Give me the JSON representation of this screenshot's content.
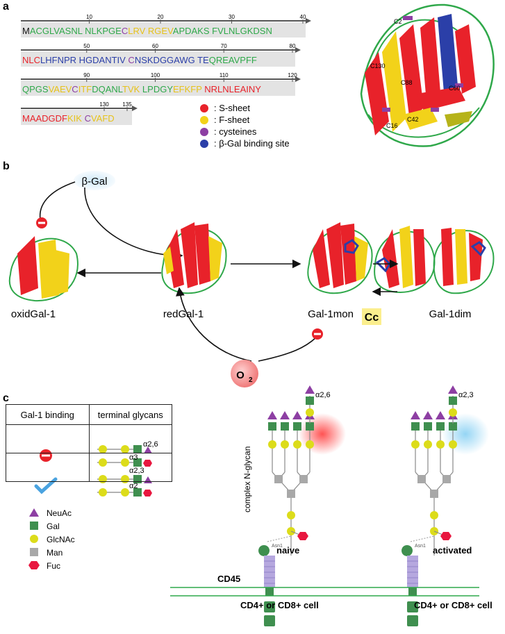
{
  "panels": {
    "a": "a",
    "b": "b",
    "c": "c"
  },
  "colors": {
    "s_sheet": "#e8222a",
    "f_sheet": "#f2d21a",
    "cysteine": "#8d3fa3",
    "binding": "#2b3fa8",
    "loop": "#2fa84a",
    "neuac": "#8d3fa3",
    "gal": "#3f8f4f",
    "glcnac": "#dcdc1a",
    "man": "#a8a8a8",
    "fuc": "#e8173f"
  },
  "sequence": {
    "rows": [
      {
        "ticks": [
          "10",
          "20",
          "30",
          "40"
        ],
        "segments": [
          {
            "t": "M",
            "c": "#111111"
          },
          {
            "t": "ACGLVASNL",
            "c": "#2fa84a"
          },
          {
            "t": " NLKPGE",
            "c": "#2fa84a"
          },
          {
            "t": "C",
            "c": "#8d3fa3"
          },
          {
            "t": "LRV",
            "c": "#e6c21a"
          },
          {
            "t": " RGEV",
            "c": "#e6c21a"
          },
          {
            "t": "APDAKS FVLNLGKDSN",
            "c": "#2fa84a"
          }
        ]
      },
      {
        "ticks": [
          "50",
          "60",
          "70",
          "80"
        ],
        "segments": [
          {
            "t": "NLC",
            "c": "#e8222a"
          },
          {
            "t": "LHFNPR HGDANTIV",
            "c": "#2b3fa8"
          },
          {
            "t": " C",
            "c": "#8d3fa3"
          },
          {
            "t": "NSKD",
            "c": "#2b3fa8"
          },
          {
            "t": "GGAWG TE",
            "c": "#2b3fa8"
          },
          {
            "t": "QREAVPFF",
            "c": "#2fa84a"
          }
        ]
      },
      {
        "ticks": [
          "90",
          "100",
          "110",
          "120"
        ],
        "segments": [
          {
            "t": "QPGS",
            "c": "#2fa84a"
          },
          {
            "t": "VAEV",
            "c": "#e6c21a"
          },
          {
            "t": "C",
            "c": "#8d3fa3"
          },
          {
            "t": "ITF",
            "c": "#e6c21a"
          },
          {
            "t": "DQANL",
            "c": "#2fa84a"
          },
          {
            "t": "TVK",
            "c": "#e6c21a"
          },
          {
            "t": " LPDGY",
            "c": "#2fa84a"
          },
          {
            "t": "EFKFP",
            "c": "#e6c21a"
          },
          {
            "t": " NRLNLEAINY",
            "c": "#e8222a"
          }
        ]
      },
      {
        "ticks": [
          "130",
          "135"
        ],
        "segments": [
          {
            "t": "MAADGDF",
            "c": "#e8222a"
          },
          {
            "t": "KIK",
            "c": "#e6c21a"
          },
          {
            "t": " C",
            "c": "#8d3fa3"
          },
          {
            "t": "VAFD",
            "c": "#e6c21a"
          }
        ]
      }
    ]
  },
  "legend_a": [
    {
      "label": ": S-sheet",
      "color": "#e8222a"
    },
    {
      "label": ": F-sheet",
      "color": "#f2d21a"
    },
    {
      "label": ": cysteines",
      "color": "#8d3fa3"
    },
    {
      "label": ": β-Gal binding site",
      "color": "#2b3fa8"
    }
  ],
  "structure_labels": [
    "C2",
    "C130",
    "C88",
    "C60",
    "C42",
    "C16"
  ],
  "panel_b": {
    "beta_gal": "β-Gal",
    "states": [
      "oxidGal-1",
      "redGal-1",
      "Gal-1mon",
      "Gal-1dim"
    ],
    "cc": "Cc",
    "o2": "O",
    "o2_sub": "2"
  },
  "table": {
    "headers": [
      "Gal-1 binding",
      "terminal glycans"
    ],
    "row1_links": [
      "α2,6",
      "α3"
    ],
    "row2_links": [
      "α2,3",
      "α2"
    ]
  },
  "legend_c": [
    {
      "label": "NeuAc",
      "shape": "triangle"
    },
    {
      "label": "Gal",
      "shape": "square"
    },
    {
      "label": "GlcNAc",
      "shape": "circle"
    },
    {
      "label": "Man",
      "shape": "grey-square"
    },
    {
      "label": "Fuc",
      "shape": "hexagon"
    }
  ],
  "glycan": {
    "complex_label": "complex N-glycan",
    "naive_link": "α2,6",
    "activated_link": "α2,3",
    "asn": "Asn1",
    "naive": "naive",
    "activated": "activated",
    "cd45": "CD45",
    "cell": "CD4+ or CD8+ cell"
  }
}
